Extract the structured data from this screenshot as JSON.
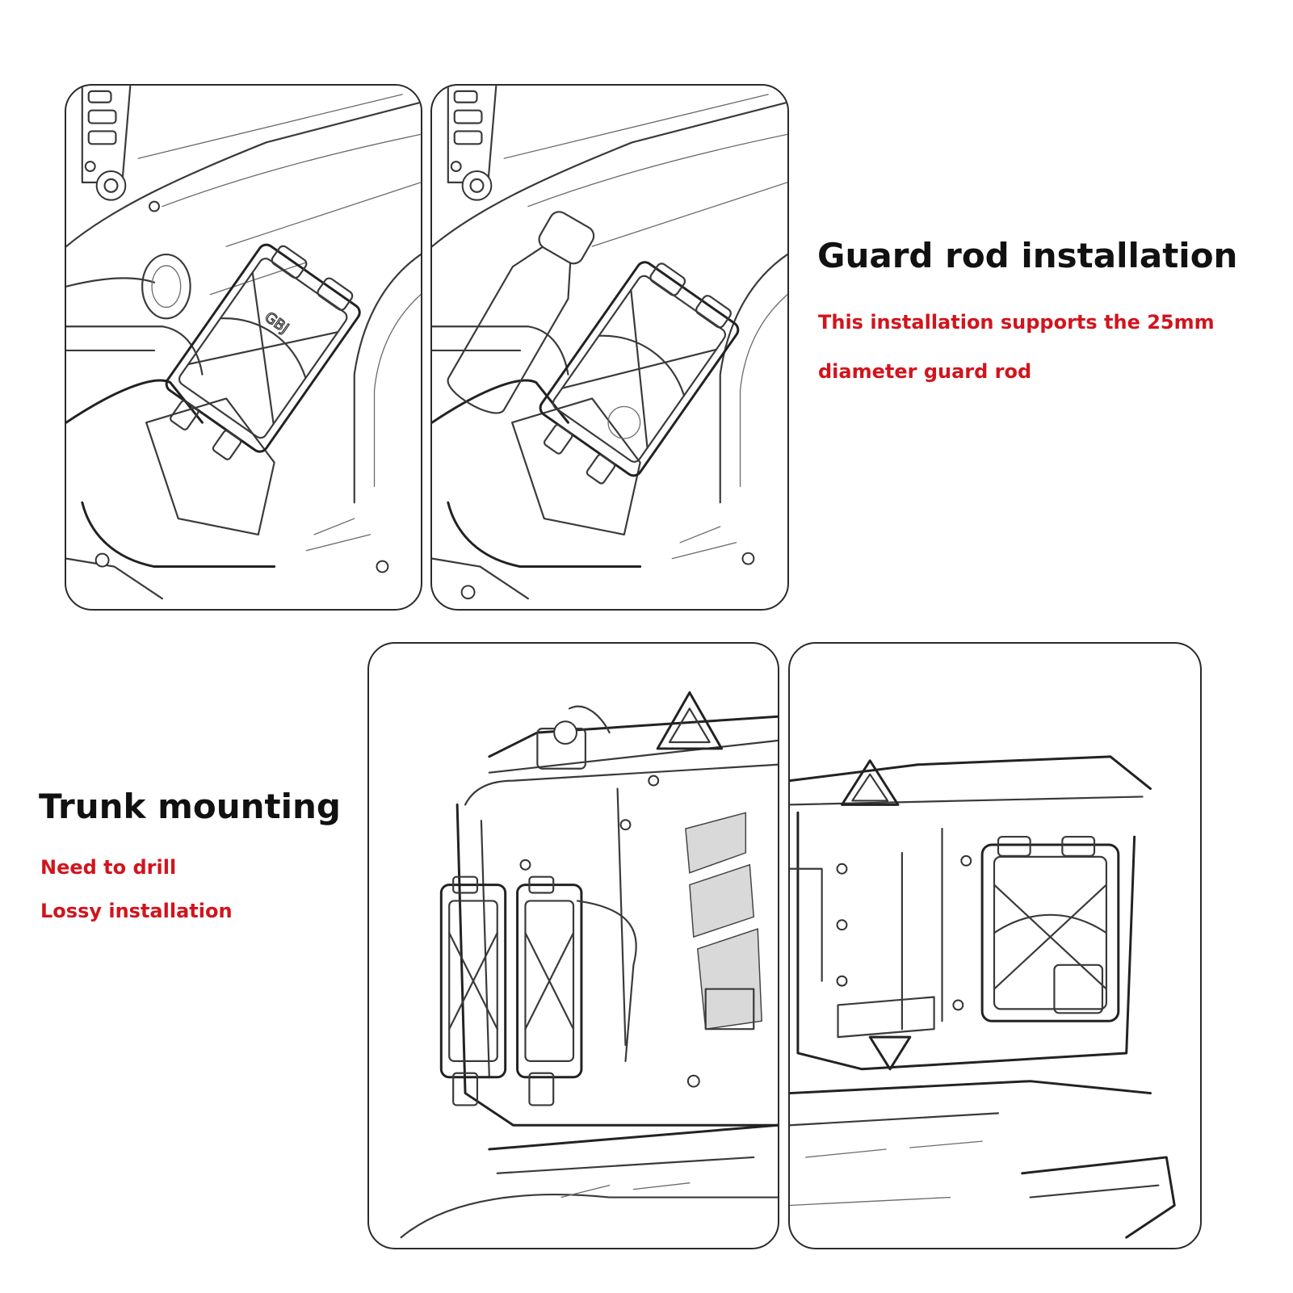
{
  "guard_rod": {
    "title": "Guard rod installation",
    "note_line_1": "This installation supports the 25mm",
    "note_line_2": "diameter guard rod"
  },
  "trunk": {
    "title": "Trunk mounting",
    "note_line_1": "Need to drill",
    "note_line_2": "Lossy installation"
  },
  "colors": {
    "heading": "#111111",
    "note": "#d2141c",
    "sketch_line": "#3a3a3a",
    "background": "#ffffff"
  }
}
